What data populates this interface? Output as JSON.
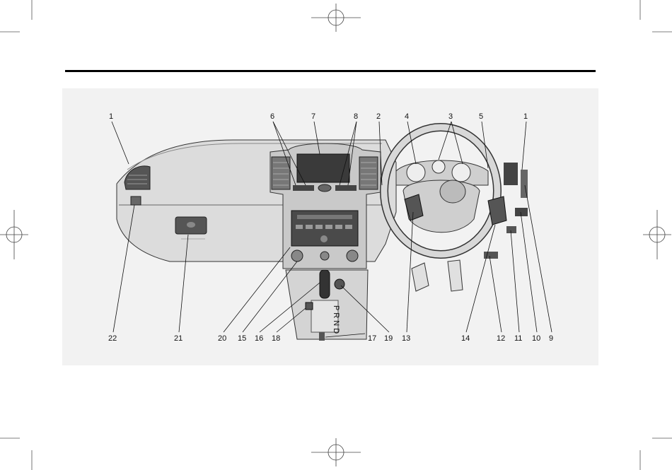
{
  "figure": {
    "callouts": {
      "c1a": "1",
      "c6": "6",
      "c7": "7",
      "c8": "8",
      "c2": "2",
      "c4": "4",
      "c3": "3",
      "c5": "5",
      "c1b": "1",
      "c22": "22",
      "c21": "21",
      "c20": "20",
      "c15": "15",
      "c16": "16",
      "c18": "18",
      "c17": "17",
      "c19": "19",
      "c13": "13",
      "c14": "14",
      "c12": "12",
      "c11": "11",
      "c10": "10",
      "c9": "9"
    },
    "shifter_gate": "P R N D"
  },
  "colors": {
    "background": "#ffffff",
    "panel": "#f2f2f2",
    "ink": "#111111",
    "dash_fill": "#dcdcdc"
  }
}
